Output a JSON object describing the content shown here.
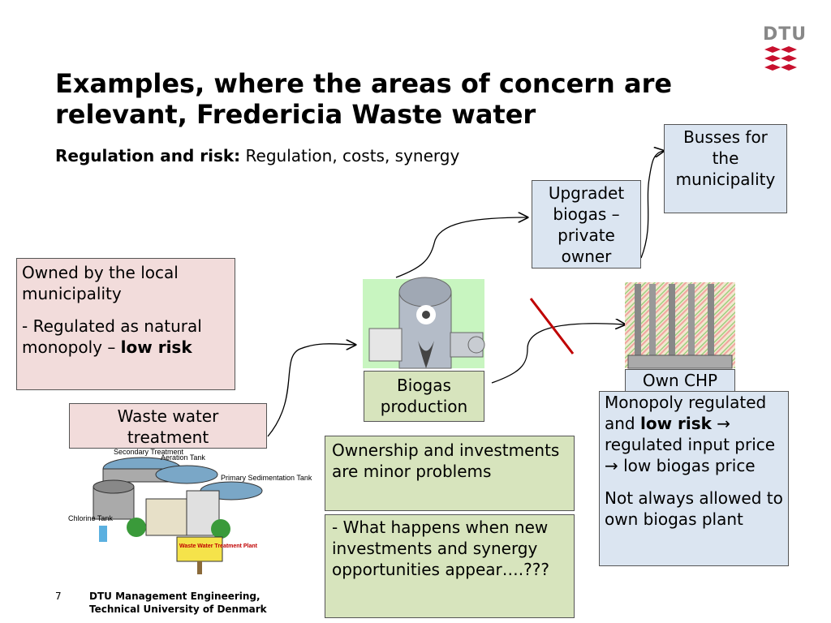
{
  "logo": {
    "text": "DTU"
  },
  "title": "Examples, where the areas of concern are relevant, Fredericia Waste water",
  "subtitle": {
    "bold": "Regulation and risk:",
    "rest": " Regulation, costs, synergy"
  },
  "boxes": {
    "owned": {
      "line1": "Owned by the local municipality",
      "line2a": "- Regulated as natural monopoly – ",
      "line2b": "low risk"
    },
    "waste_water": "Waste water treatment",
    "biogas": "Biogas production",
    "upgraded": "Upgradet biogas – private owner",
    "busses": "Busses for the municipality",
    "own_chp": "Own CHP",
    "monopoly": {
      "a": "Monopoly regulated and ",
      "b": "low risk",
      "c": " → regulated input price → low biogas price",
      "d": "Not always allowed to own biogas plant"
    },
    "ownership": "Ownership and investments are minor problems",
    "what_happens": "- What happens when new investments and synergy opportunities appear….???"
  },
  "plant_labels": {
    "secondary": "Secondary Treatment",
    "aeration": "Aeration Tank",
    "primary": "Primary Sedimentation Tank",
    "chlorine": "Chlorine Tank",
    "sign": "Waste Water Treatment Plant"
  },
  "footer": {
    "page": "7",
    "line1": "DTU Management Engineering,",
    "line2": "Technical University of Denmark"
  },
  "colors": {
    "pink": "#f2dcdb",
    "blue": "#dbe5f1",
    "green": "#d7e4bd",
    "logo_red": "#c8102e",
    "cross_line": "#c00000"
  }
}
